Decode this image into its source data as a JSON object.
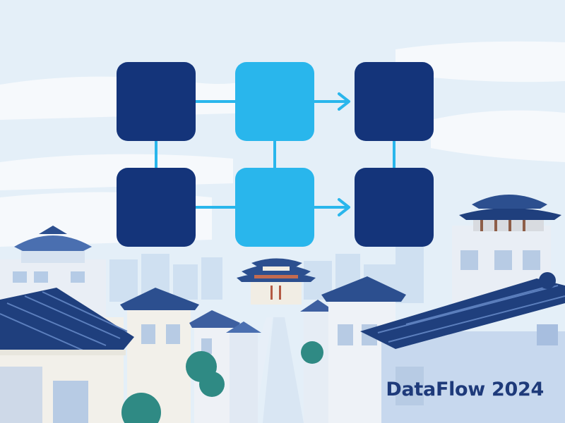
{
  "brand": {
    "text": "DataFlow 2024"
  },
  "colors": {
    "sky": "#e3eff8",
    "cloud": "#f4f8fb",
    "navy": "#14347a",
    "cyan": "#29b6ec",
    "connector": "#29b6ec",
    "roof_dark": "#2c4f8f",
    "roof_mid": "#4a6fb0",
    "wall_light": "#f3f1ea",
    "wall_blue": "#c3d6ee",
    "street": "#dbe7f3",
    "tree": "#2f8a84",
    "brand_text": "#1e3a7a"
  },
  "diagram": {
    "nodes": [
      {
        "id": "n1",
        "row": 0,
        "col": 0,
        "tone": "navy"
      },
      {
        "id": "n2",
        "row": 0,
        "col": 1,
        "tone": "cyan"
      },
      {
        "id": "n3",
        "row": 0,
        "col": 2,
        "tone": "navy"
      },
      {
        "id": "n4",
        "row": 1,
        "col": 0,
        "tone": "navy"
      },
      {
        "id": "n5",
        "row": 1,
        "col": 1,
        "tone": "cyan"
      },
      {
        "id": "n6",
        "row": 1,
        "col": 2,
        "tone": "navy"
      }
    ],
    "edges": [
      {
        "from": "n1",
        "to": "n2",
        "arrow": false
      },
      {
        "from": "n2",
        "to": "n3",
        "arrow": true
      },
      {
        "from": "n4",
        "to": "n5",
        "arrow": false
      },
      {
        "from": "n5",
        "to": "n6",
        "arrow": true
      },
      {
        "from": "n1",
        "to": "n4",
        "arrow": false
      },
      {
        "from": "n2",
        "to": "n5",
        "arrow": false
      },
      {
        "from": "n3",
        "to": "n6",
        "arrow": false
      }
    ]
  }
}
